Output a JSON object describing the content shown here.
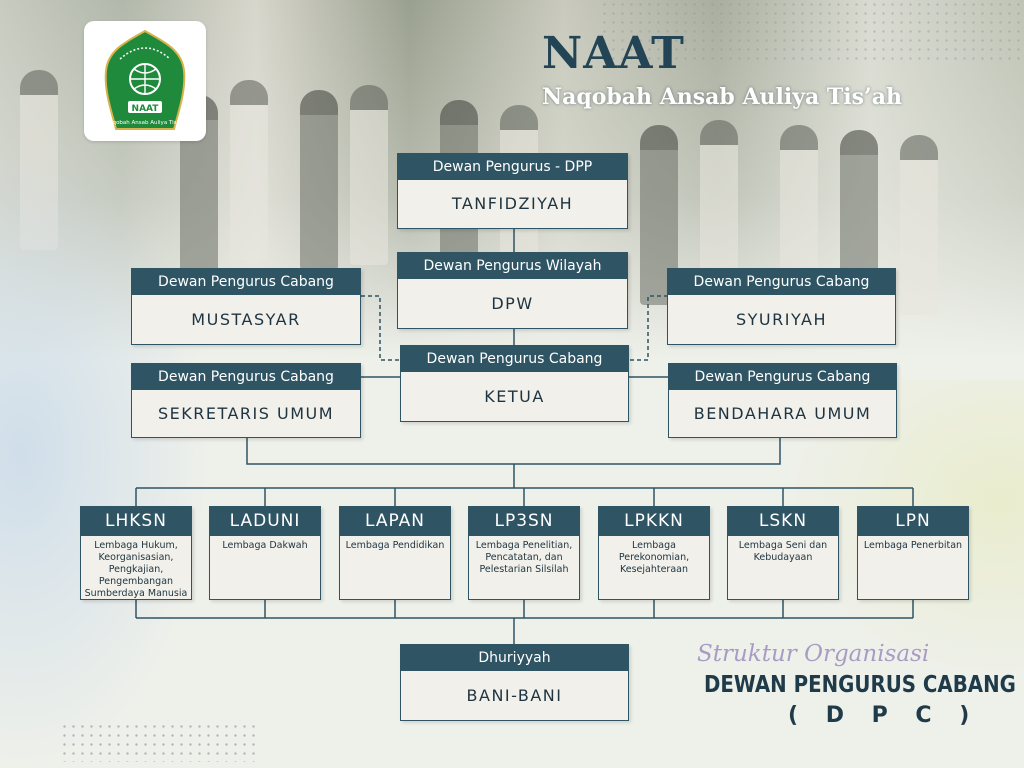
{
  "brand": {
    "title": "NAAT",
    "subtitle": "Naqobah Ansab Auliya Tis’ah",
    "logo_text": "NAAT",
    "logo_caption": "Naqobah Ansab Auliya Tis'ah"
  },
  "org": {
    "dpp": {
      "header": "Dewan Pengurus  - DPP",
      "body": "TANFIDZIYAH"
    },
    "dpw": {
      "header": "Dewan Pengurus Wilayah",
      "body": "DPW"
    },
    "mustasyar": {
      "header": "Dewan Pengurus Cabang",
      "body": "MUSTASYAR"
    },
    "syuriyah": {
      "header": "Dewan Pengurus Cabang",
      "body": "SYURIYAH"
    },
    "ketua": {
      "header": "Dewan Pengurus Cabang",
      "body": "KETUA"
    },
    "sekretaris": {
      "header": "Dewan Pengurus Cabang",
      "body": "SEKRETARIS UMUM"
    },
    "bendahara": {
      "header": "Dewan Pengurus Cabang",
      "body": "BENDAHARA UMUM"
    },
    "lembaga": [
      {
        "code": "LHKSN",
        "desc": "Lembaga Hukum, Keorganisasian, Pengkajian, Pengembangan Sumberdaya Manusia"
      },
      {
        "code": "LADUNI",
        "desc": "Lembaga Dakwah"
      },
      {
        "code": "LAPAN",
        "desc": "Lembaga Pendidikan"
      },
      {
        "code": "LP3SN",
        "desc": "Lembaga Penelitian, Pencatatan, dan Pelestarian Silsilah"
      },
      {
        "code": "LPKKN",
        "desc": "Lembaga Perekonomian, Kesejahteraan"
      },
      {
        "code": "LSKN",
        "desc": "Lembaga Seni dan Kebudayaan"
      },
      {
        "code": "LPN",
        "desc": "Lembaga Penerbitan"
      }
    ],
    "dhuriyyah": {
      "header": "Dhuriyyah",
      "body": "BANI-BANI"
    }
  },
  "caption": {
    "script": "Struktur Organisasi",
    "main": "DEWAN PENGURUS CABANG",
    "abbr": "( D P C )"
  },
  "colors": {
    "primary": "#2f5464",
    "text_dark": "#1e3440",
    "box_fill": "#f1f0ea",
    "logo_green": "#1f8a3c",
    "script_purple": "#a99cc4"
  }
}
